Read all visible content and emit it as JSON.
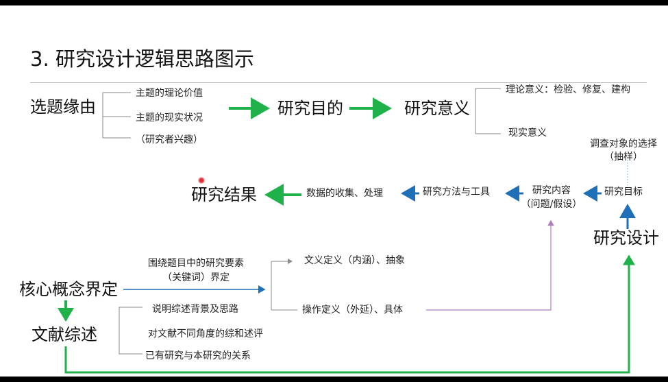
{
  "title": "3. 研究设计逻辑思路图示",
  "colors": {
    "green": "#1fb24a",
    "blue": "#1f6fb8",
    "purple": "#b07ac0",
    "bracket": "#8a8a8a",
    "divider": "#bdbdbd",
    "laser": "#e0303a"
  },
  "topic_origin": {
    "label": "选题缘由",
    "items": [
      "主题的理论价值",
      "主题的现实状况",
      "（研究者兴趣）"
    ]
  },
  "research_purpose": "研究目的",
  "research_significance": {
    "label": "研究意义",
    "items": [
      "理论意义：检验、修复、建构",
      "现实意义"
    ]
  },
  "survey_object": {
    "line1": "调查对象的选择",
    "line2": "（抽样）"
  },
  "chain": {
    "results": "研究结果",
    "data": "数据的收集、处理",
    "methods": "研究方法与工具",
    "content_line1": "研究内容",
    "content_line2": "（问题/假设）",
    "goal": "研究目标"
  },
  "research_design": "研究设计",
  "core_concept": {
    "label": "核心概念界定",
    "arrow_line1": "围绕题目中的研究要素",
    "arrow_line2": "（关键词）界定",
    "items": [
      "文义定义（内涵）、抽象",
      "操作定义（外延）、具体"
    ]
  },
  "literature_review": {
    "label": "文献综述",
    "items": [
      "说明综述背景及思路",
      "对文献不同角度的综和述评",
      "已有研究与本研究的关系"
    ]
  }
}
